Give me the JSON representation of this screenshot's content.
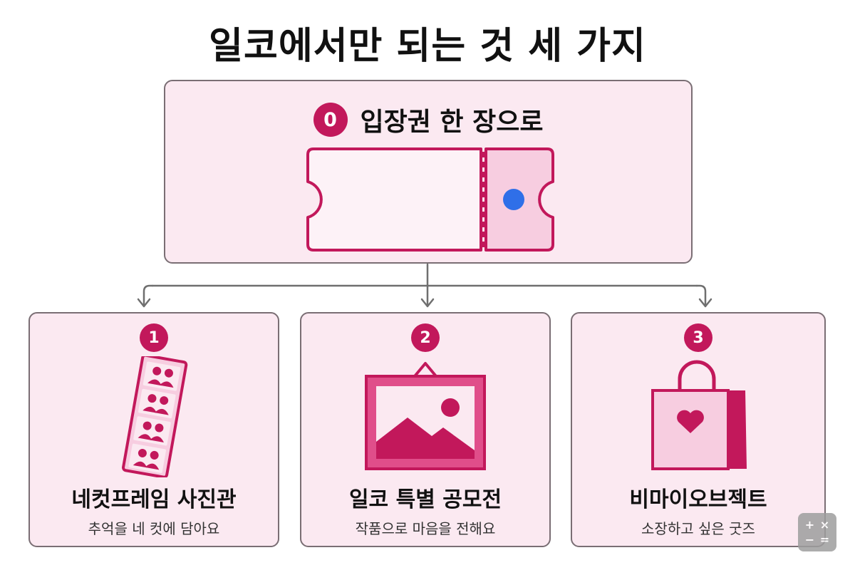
{
  "title": "일코에서만 되는 것 세 가지",
  "top": {
    "badge": "0",
    "title": "입장권 한 장으로",
    "icon": "ticket-icon"
  },
  "items": [
    {
      "badge": "1",
      "title": "네컷프레임 사진관",
      "subtitle": "추억을 네 컷에 담아요",
      "icon": "photo-strip-icon"
    },
    {
      "badge": "2",
      "title": "일코 특별 공모전",
      "subtitle": "작품으로 마음을 전해요",
      "icon": "picture-frame-icon"
    },
    {
      "badge": "3",
      "title": "비마이오브젝트",
      "subtitle": "소장하고 싶은 굿즈",
      "icon": "shopping-bag-icon"
    }
  ],
  "colors": {
    "accent": "#c2185b",
    "card_bg": "#fbe9f1",
    "card_border": "#7a6e74",
    "dot": "#2f6fe8"
  },
  "corner_widget": {
    "icon": "calculator-icon",
    "symbols": [
      "+",
      "×",
      "−",
      "="
    ]
  }
}
